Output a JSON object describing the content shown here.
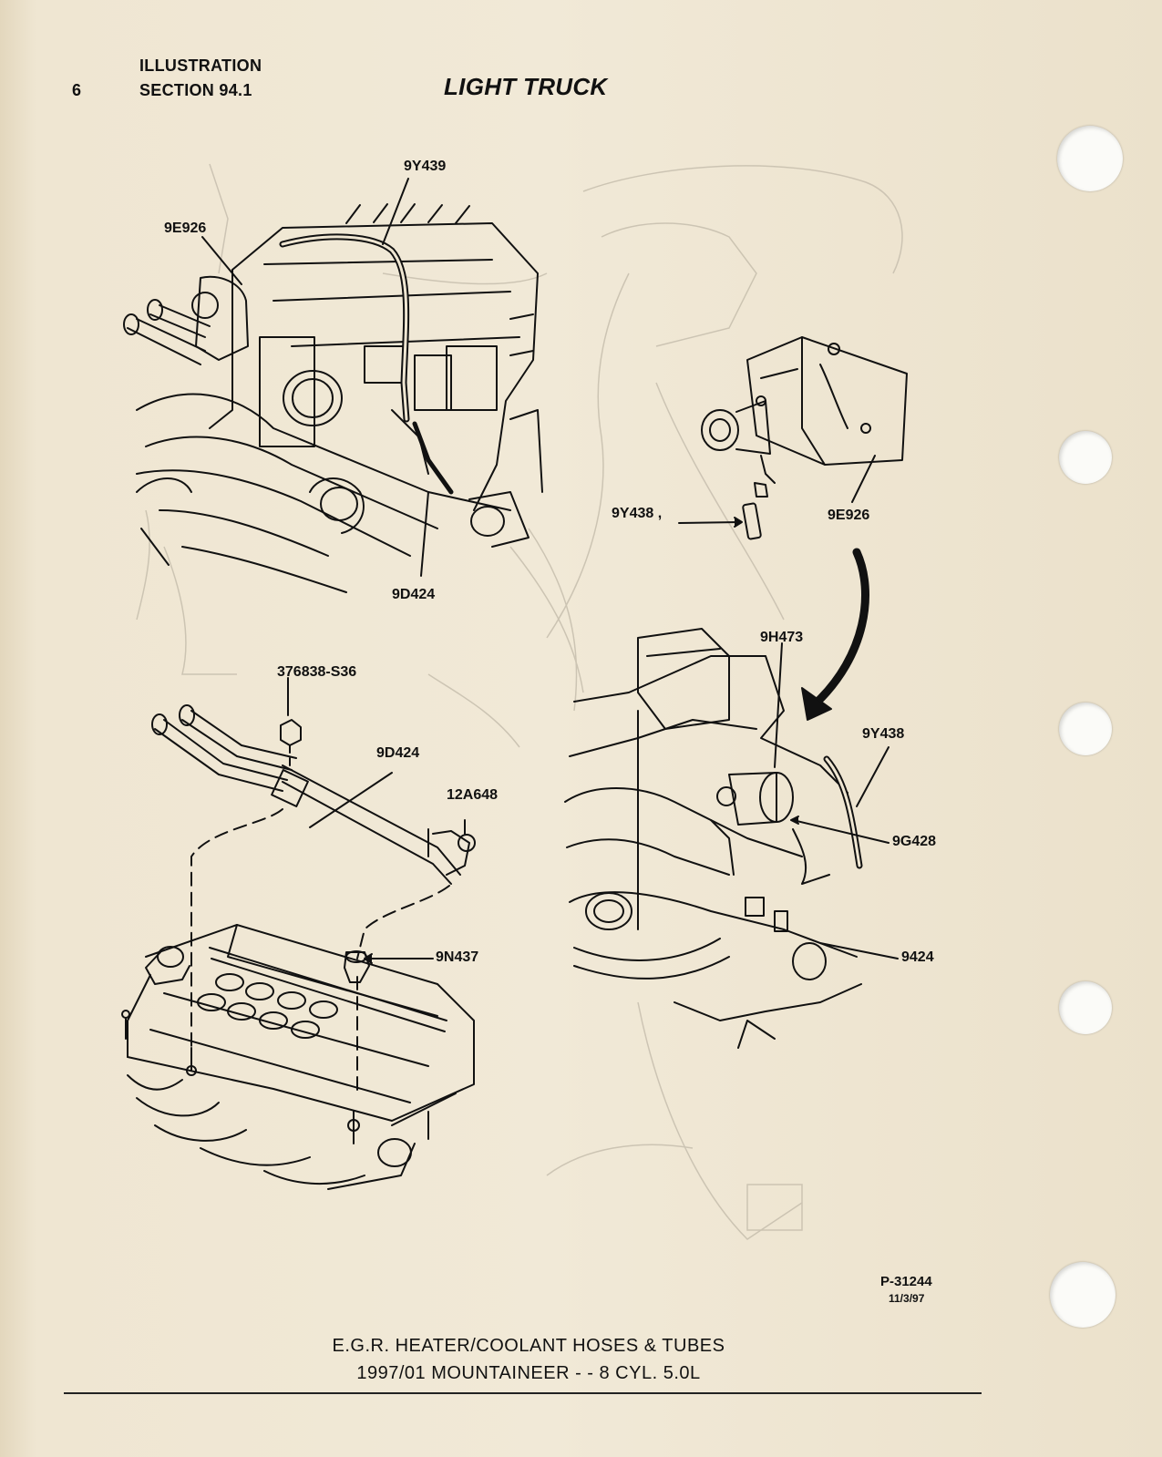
{
  "header": {
    "page_number": "6",
    "line1": "ILLUSTRATION",
    "line2": "SECTION 94.1",
    "title": "LIGHT TRUCK"
  },
  "callouts": {
    "top_hose": "9Y439",
    "top_throttle_body": "9E926",
    "top_tube": "9D424",
    "egr_hose": "9Y438 ,",
    "egr_body": "9E926",
    "egr_valve": "9H473",
    "right_hose": "9Y438",
    "hose_connector": "9G428",
    "intake_part": "9424",
    "nut": "376838-S36",
    "tube": "9D424",
    "fitting": "12A648",
    "connector": "9N437"
  },
  "figure": {
    "number": "P-31244",
    "date": "11/3/97"
  },
  "caption": {
    "line1": "E.G.R. HEATER/COOLANT HOSES & TUBES",
    "line2": "1997/01 MOUNTAINEER - - 8 CYL. 5.0L"
  },
  "colors": {
    "paper": "#efe6d2",
    "ink": "#111111",
    "bleed_through": "#b9b2a3"
  }
}
